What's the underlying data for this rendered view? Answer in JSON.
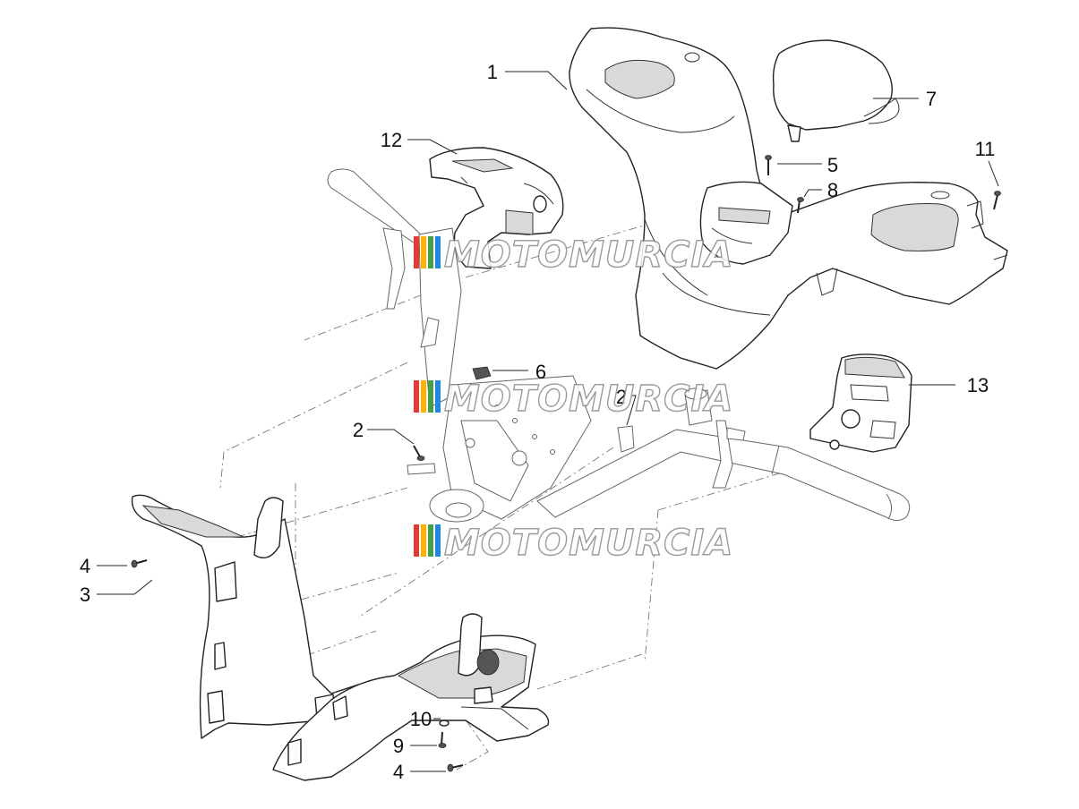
{
  "diagram": {
    "callouts": [
      {
        "id": "c1",
        "label": "1"
      },
      {
        "id": "c2a",
        "label": "2"
      },
      {
        "id": "c2b",
        "label": "2"
      },
      {
        "id": "c3",
        "label": "3"
      },
      {
        "id": "c4a",
        "label": "4"
      },
      {
        "id": "c4b",
        "label": "4"
      },
      {
        "id": "c5",
        "label": "5"
      },
      {
        "id": "c6",
        "label": "6"
      },
      {
        "id": "c7",
        "label": "7"
      },
      {
        "id": "c8",
        "label": "8"
      },
      {
        "id": "c9",
        "label": "9"
      },
      {
        "id": "c10",
        "label": "10"
      },
      {
        "id": "c11",
        "label": "11"
      },
      {
        "id": "c12",
        "label": "12"
      },
      {
        "id": "c13",
        "label": "13"
      }
    ]
  },
  "watermark": {
    "text": "MOTOMURCIA",
    "stripe_colors": [
      "#e53935",
      "#ffb300",
      "#43a047",
      "#1e88e5"
    ]
  }
}
